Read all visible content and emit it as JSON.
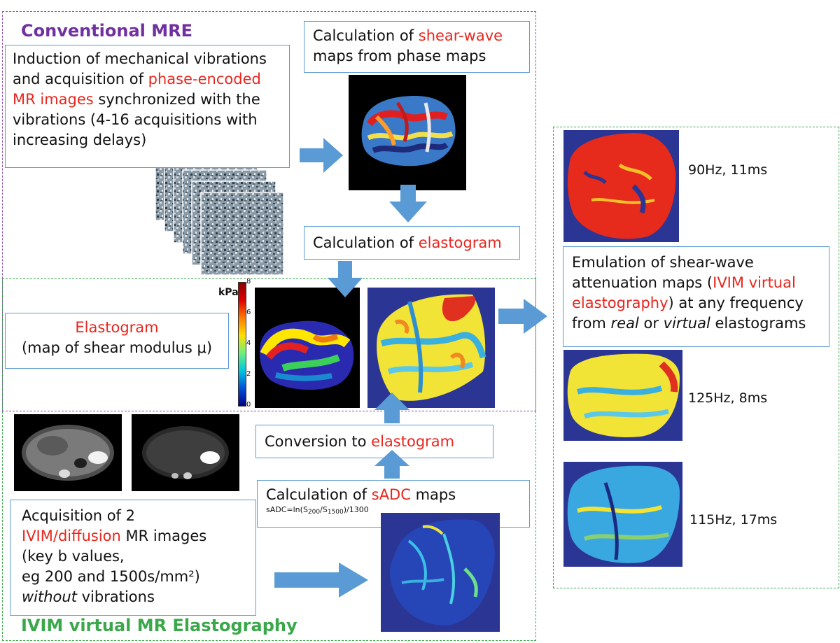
{
  "sections": {
    "conventional_title": "Conventional MRE",
    "virtual_title": "IVIM virtual MR Elastography"
  },
  "boxes": {
    "induction": {
      "p1": "Induction of mechanical vibrations and acquisition of ",
      "hl": "phase-encoded MR images",
      "p2": " synchronized with the vibrations (4-16 acquisitions with increasing delays)"
    },
    "shearwave": {
      "p1": "Calculation of ",
      "hl": "shear-wave",
      "p2": " maps from phase maps"
    },
    "elastogram_calc": {
      "p1": "Calculation of ",
      "hl": "elastogram"
    },
    "elastogram_def": {
      "hl": "Elastogram",
      "p2": "(map of shear modulus μ)"
    },
    "emulation": {
      "p1": "Emulation of shear-wave attenuation maps (",
      "hl": "IVIM virtual elastography",
      "p2": ") at any frequency from ",
      "em1": "real",
      "p3": " or ",
      "em2": "virtual",
      "p4": " elastograms"
    },
    "conversion": {
      "p1": "Conversion to ",
      "hl": "elastogram"
    },
    "sadc": {
      "p1": "Calculation of ",
      "hl": "sADC",
      "p2": " maps",
      "formula_a": "sADC=ln(S",
      "formula_sub1": "200",
      "formula_b": "/S",
      "formula_sub2": "1500",
      "formula_c": ")/1300"
    },
    "acquisition": {
      "l1": "Acquisition of 2",
      "hl": "IVIM/diffusion",
      "l2b": "  MR images",
      "l3": "(key b values,",
      "l4": "eg 200 and 1500s/mm²)",
      "em": "without",
      "l5b": " vibrations"
    }
  },
  "colorbar": {
    "unit": "kPa",
    "ticks": [
      "8",
      "6",
      "4",
      "2",
      "0"
    ]
  },
  "frequency_labels": [
    "90Hz, 11ms",
    "125Hz, 8ms",
    "115Hz, 17ms"
  ],
  "colors": {
    "highlight": "#e8261e",
    "box_border": "#5b9bd5",
    "arrow": "#5b9bd5",
    "purple": "#7030a0",
    "green": "#3aa84a"
  }
}
